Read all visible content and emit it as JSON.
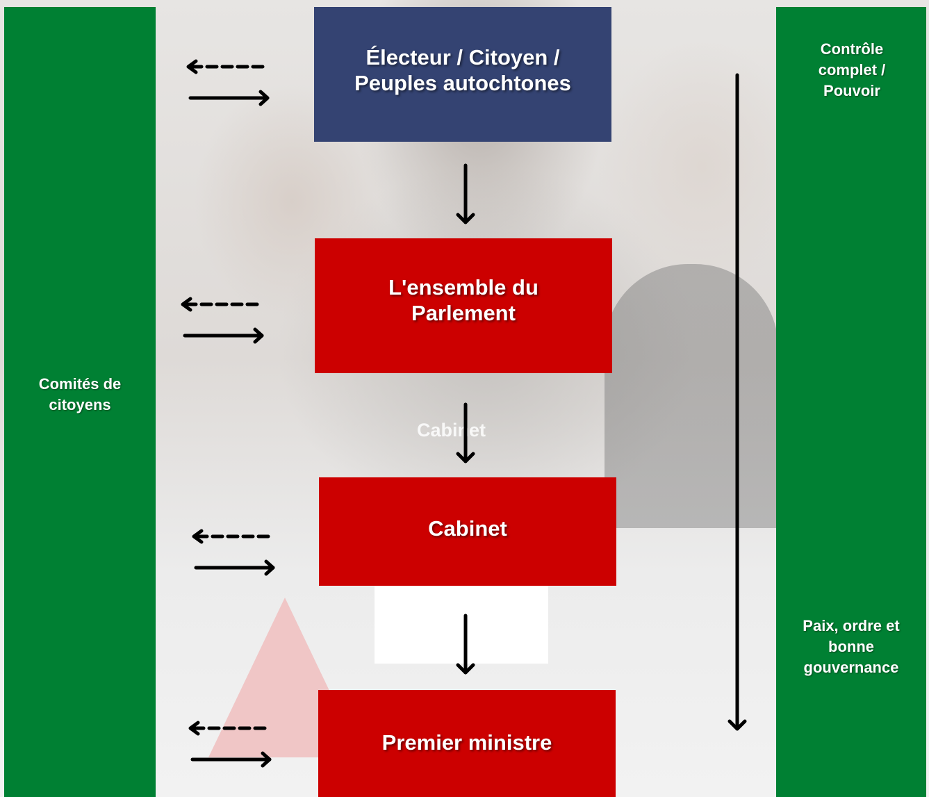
{
  "left_panel": {
    "label": "Comités de citoyens"
  },
  "right_panel": {
    "top_label": "Contrôle complet / Pouvoir",
    "bottom_label": "Paix, ordre et bonne gouvernance"
  },
  "boxes": [
    {
      "label": "Électeur / Citoyen / Peuples autochtones",
      "color": "#344372"
    },
    {
      "label": "L'ensemble du Parlement",
      "color": "#cc0000"
    },
    {
      "label": "Cabinet",
      "color": "#cc0000"
    },
    {
      "label": "Premier ministre",
      "color": "#cc0000"
    }
  ],
  "ghost_label": "Cabinet",
  "colors": {
    "panel_green": "#008033",
    "arrow": "#000000"
  }
}
